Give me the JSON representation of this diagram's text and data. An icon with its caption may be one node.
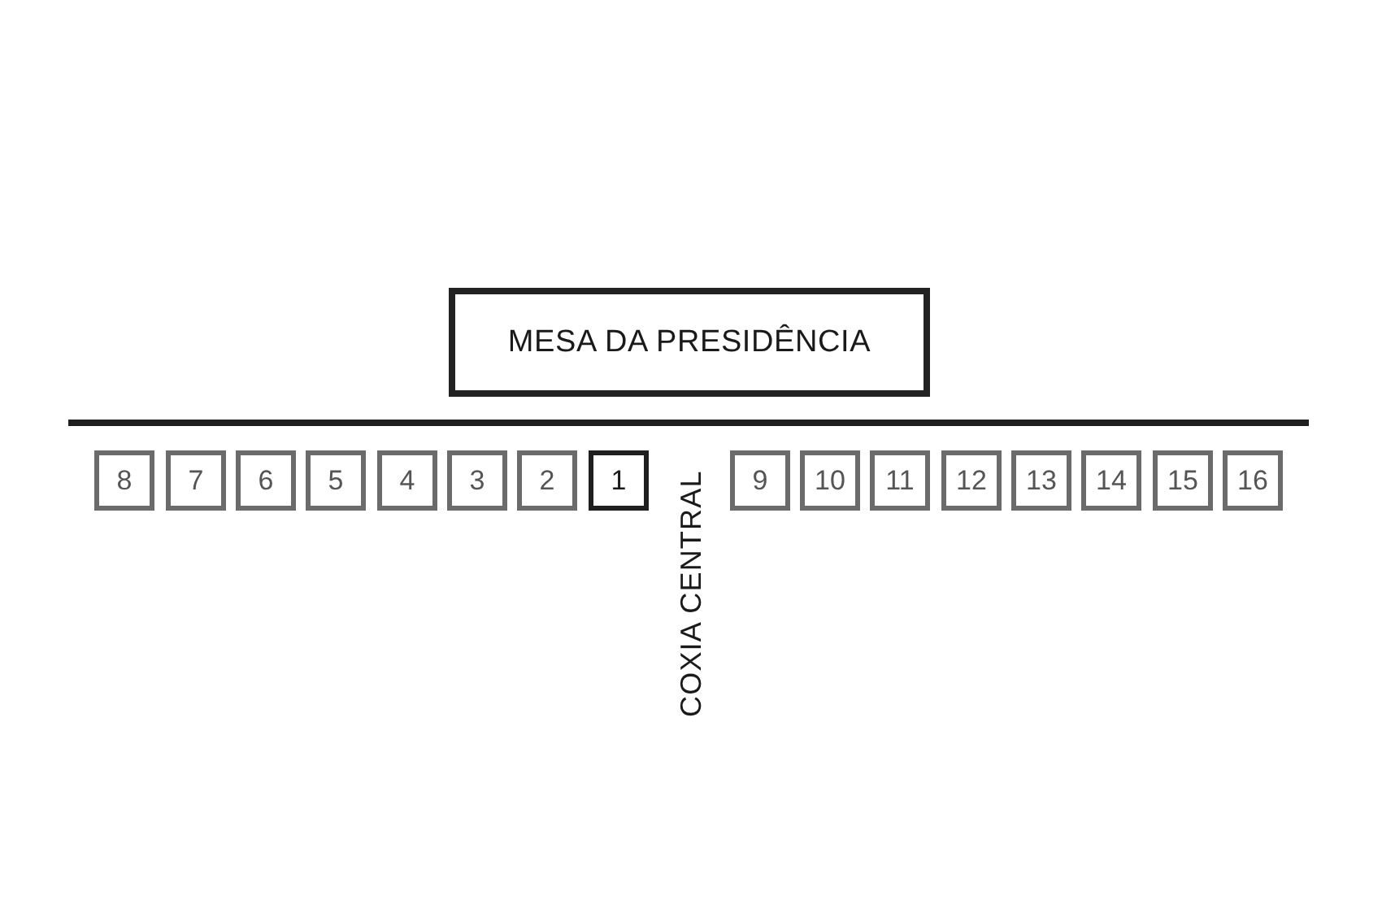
{
  "diagram": {
    "nodes": [
      {
        "text": [
          "MESA DA PRESIDÊNCIA"
        ]
      },
      {
        "text": [
          "8"
        ]
      },
      {
        "text": [
          "7"
        ]
      },
      {
        "text": [
          "6"
        ]
      },
      {
        "text": [
          "5"
        ]
      },
      {
        "text": [
          "4"
        ]
      },
      {
        "text": [
          "3"
        ]
      },
      {
        "text": [
          "2"
        ]
      },
      {
        "text": [
          "1"
        ]
      },
      {
        "text": [
          "9"
        ]
      },
      {
        "text": [
          "10"
        ]
      },
      {
        "text": [
          "11"
        ]
      },
      {
        "text": [
          "12"
        ]
      },
      {
        "text": [
          "13"
        ]
      },
      {
        "text": [
          "14"
        ]
      },
      {
        "text": [
          "15"
        ]
      },
      {
        "text": [
          "16"
        ]
      }
    ],
    "labels": [
      "COXIA CENTRAL"
    ]
  }
}
